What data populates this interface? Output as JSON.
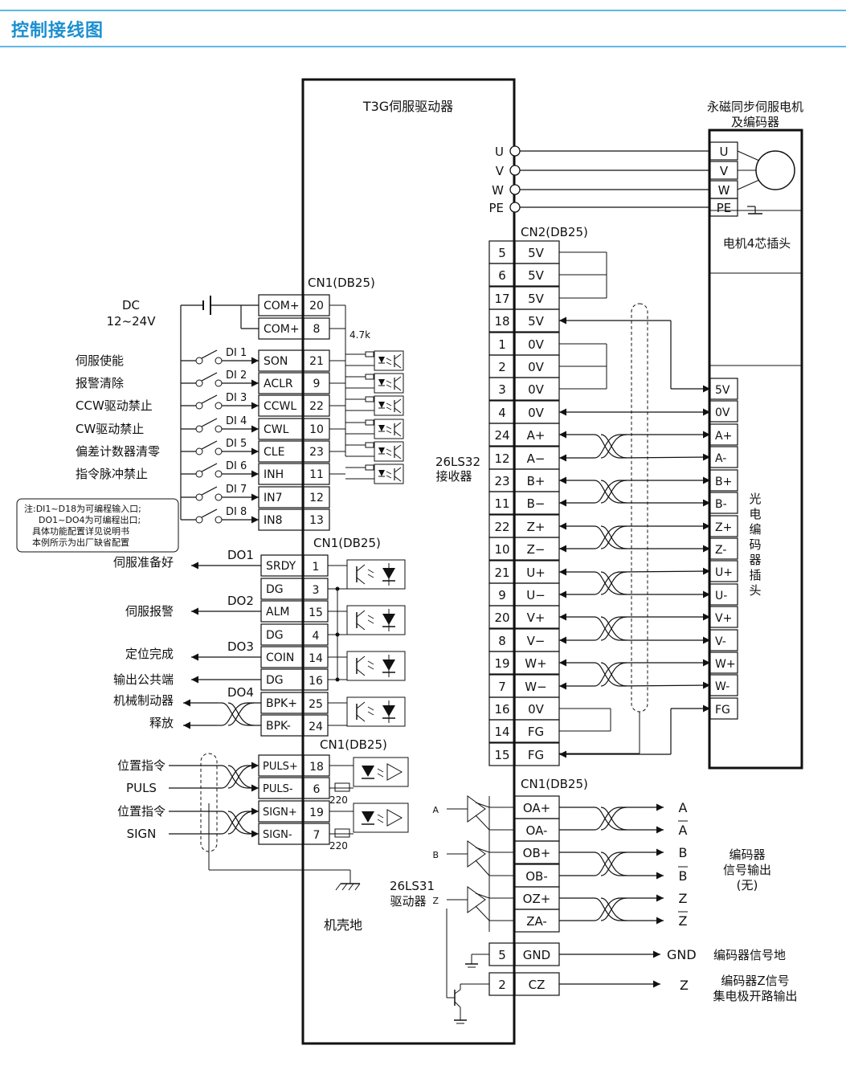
{
  "page": {
    "title": "控制接线图"
  },
  "colors": {
    "header_line": "#5fb8e6",
    "title": "#1b8fd0",
    "line": "#111111"
  },
  "driver": {
    "title": "T3G伺服驱动器",
    "chassis_ground": "机壳地"
  },
  "motor": {
    "title1": "永磁同步伺服电机",
    "title2": "及编码器",
    "plug_label": "电机4芯插头",
    "encoder_plug_label": [
      "光",
      "电",
      "编",
      "码",
      "器",
      "插",
      "头"
    ],
    "power_pins": [
      "U",
      "V",
      "W",
      "PE"
    ],
    "encoder_pins": [
      "5V",
      "0V",
      "A+",
      "A-",
      "B+",
      "B-",
      "Z+",
      "Z-",
      "U+",
      "U-",
      "V+",
      "V-",
      "W+",
      "W-",
      "FG"
    ]
  },
  "power_terminals": [
    "U",
    "V",
    "W",
    "PE"
  ],
  "dc_supply": {
    "line1": "DC",
    "line2": "12~24V"
  },
  "resistor_47k": "4.7k",
  "resistor_220": "220",
  "cn1_label": "CN1(DB25)",
  "cn2_label": "CN2(DB25)",
  "cn1_inputs": [
    {
      "name": "COM+",
      "pin": "20",
      "func": "",
      "di": ""
    },
    {
      "name": "COM+",
      "pin": "8",
      "func": "",
      "di": ""
    },
    {
      "name": "SON",
      "pin": "21",
      "func": "伺服使能",
      "di": "DI 1"
    },
    {
      "name": "ACLR",
      "pin": "9",
      "func": "报警清除",
      "di": "DI 2"
    },
    {
      "name": "CCWL",
      "pin": "22",
      "func": "CCW驱动禁止",
      "di": "DI 3"
    },
    {
      "name": "CWL",
      "pin": "10",
      "func": "CW驱动禁止",
      "di": "DI 4"
    },
    {
      "name": "CLE",
      "pin": "23",
      "func": "偏差计数器清零",
      "di": "DI 5"
    },
    {
      "name": "INH",
      "pin": "11",
      "func": "指令脉冲禁止",
      "di": "DI 6"
    },
    {
      "name": "IN7",
      "pin": "12",
      "func": "",
      "di": "DI 7"
    },
    {
      "name": "IN8",
      "pin": "13",
      "func": "",
      "di": "DI 8"
    }
  ],
  "note": [
    "注:DI1~D18为可编程输入口;",
    "DO1~DO4为可编程出口;",
    "具体功能配置详见说明书",
    "本例所示为出厂缺省配置"
  ],
  "cn1_outputs": [
    {
      "name": "SRDY",
      "pin": "1"
    },
    {
      "name": "DG",
      "pin": "3"
    },
    {
      "name": "ALM",
      "pin": "15"
    },
    {
      "name": "DG",
      "pin": "4"
    },
    {
      "name": "COIN",
      "pin": "14"
    },
    {
      "name": "DG",
      "pin": "16"
    },
    {
      "name": "BPK+",
      "pin": "25"
    },
    {
      "name": "BPK-",
      "pin": "24"
    }
  ],
  "do_labels": [
    "DO1",
    "DO2",
    "DO3",
    "DO4"
  ],
  "output_funcs": [
    "伺服准备好",
    "伺服报警",
    "定位完成",
    "输出公共端",
    "机械制动器",
    "释放"
  ],
  "cn1_pulse": [
    {
      "name": "PULS+",
      "pin": "18"
    },
    {
      "name": "PULS-",
      "pin": "6"
    },
    {
      "name": "SIGN+",
      "pin": "19"
    },
    {
      "name": "SIGN-",
      "pin": "7"
    }
  ],
  "pulse_funcs": [
    "位置指令",
    "PULS",
    "位置指令",
    "SIGN"
  ],
  "cn2_pins": [
    {
      "num": "5",
      "name": "5V"
    },
    {
      "num": "6",
      "name": "5V"
    },
    {
      "num": "17",
      "name": "5V"
    },
    {
      "num": "18",
      "name": "5V"
    },
    {
      "num": "1",
      "name": "0V"
    },
    {
      "num": "2",
      "name": "0V"
    },
    {
      "num": "3",
      "name": "0V"
    },
    {
      "num": "4",
      "name": "0V"
    },
    {
      "num": "24",
      "name": "A+"
    },
    {
      "num": "12",
      "name": "A−"
    },
    {
      "num": "23",
      "name": "B+"
    },
    {
      "num": "11",
      "name": "B−"
    },
    {
      "num": "22",
      "name": "Z+"
    },
    {
      "num": "10",
      "name": "Z−"
    },
    {
      "num": "21",
      "name": "U+"
    },
    {
      "num": "9",
      "name": "U−"
    },
    {
      "num": "20",
      "name": "V+"
    },
    {
      "num": "8",
      "name": "V−"
    },
    {
      "num": "19",
      "name": "W+"
    },
    {
      "num": "7",
      "name": "W−"
    },
    {
      "num": "16",
      "name": "0V"
    },
    {
      "num": "14",
      "name": "FG"
    },
    {
      "num": "15",
      "name": "FG"
    }
  ],
  "receiver": {
    "line1": "26LS32",
    "line2": "接收器"
  },
  "driver_chip": {
    "line1": "26LS31",
    "line2": "驱动器"
  },
  "encoder_out": [
    "OA+",
    "OA-",
    "OB+",
    "OB-",
    "OZ+",
    "ZA-"
  ],
  "encoder_out_signals": [
    "A",
    "A",
    "B",
    "B",
    "Z",
    "Z"
  ],
  "line_driver_inputs": [
    "A",
    "B",
    "Z"
  ],
  "encoder_out_desc": [
    "编码器",
    "信号输出",
    "(无)"
  ],
  "gnd_row": {
    "num": "5",
    "name": "GND",
    "signal": "GND",
    "desc": "编码器信号地"
  },
  "cz_row": {
    "num": "2",
    "name": "CZ",
    "signal": "Z",
    "desc1": "编码器Z信号",
    "desc2": "集电极开路输出"
  }
}
